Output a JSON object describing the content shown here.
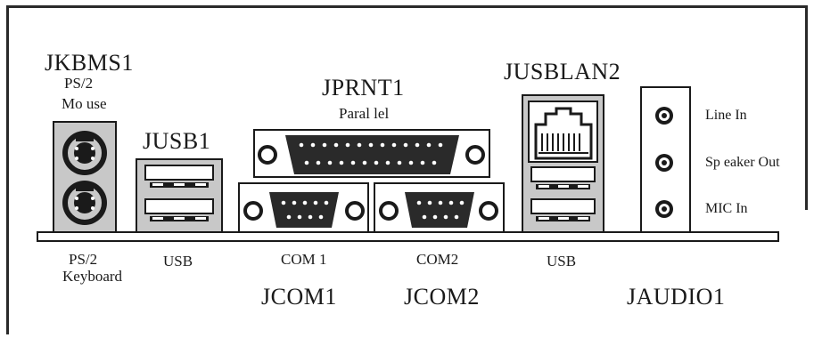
{
  "labels": {
    "jkbms1": "JKBMS1",
    "ps2_mouse_line1": "PS/2",
    "ps2_mouse_line2": "Mo use",
    "jusb1": "JUSB1",
    "jprnt1": "JPRNT1",
    "parallel": "Paral lel",
    "jusblan2": "JUSBLAN2",
    "line_in": "Line In",
    "speaker_out": "Sp eaker Out",
    "mic_in": "MIC In",
    "ps2_kbd_line1": "PS/2",
    "ps2_kbd_line2": "Keyboard",
    "usb_left": "USB",
    "com1": "COM 1",
    "com2": "COM2",
    "usb_right": "USB",
    "jcom1": "JCOM1",
    "jcom2": "JCOM2",
    "jaudio1": "JAUDIO1"
  },
  "colors": {
    "ink": "#1a1a1a",
    "shell": "#c8c8c8",
    "port_dark": "#3a3a3a",
    "highlight": "#ffffff"
  }
}
